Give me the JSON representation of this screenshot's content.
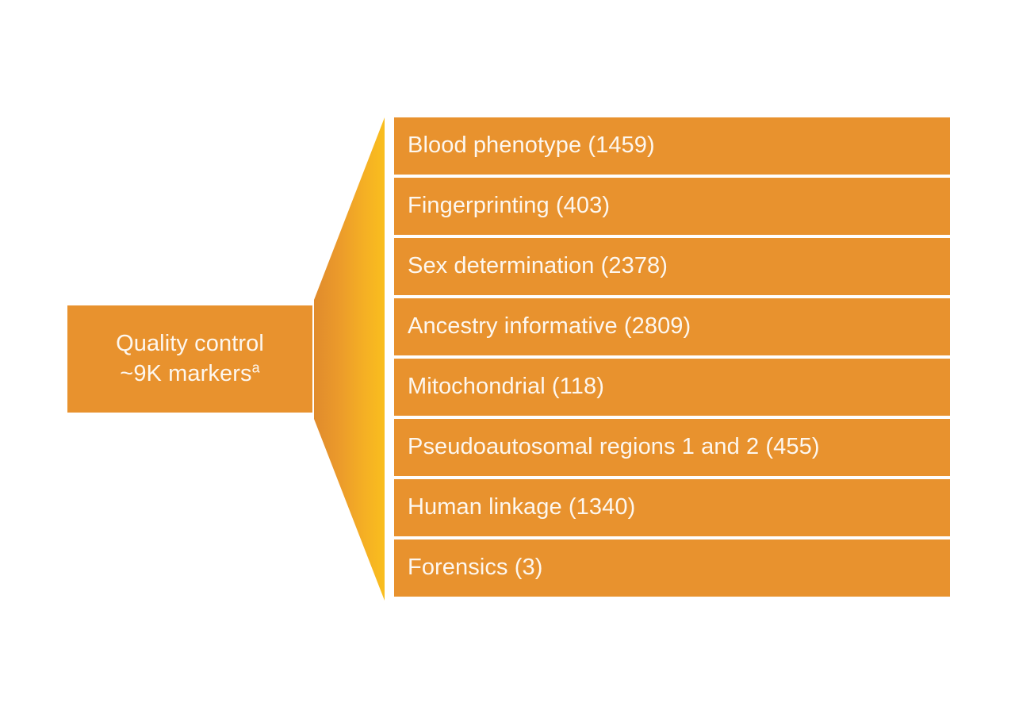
{
  "figure": {
    "type": "flow-fan-diagram",
    "background_color": "#FFFFFF",
    "bar_color": "#E8922E",
    "fan_gradient_start": "#E08B2C",
    "fan_gradient_end": "#F9BE1E",
    "text_color": "#FDF7EF"
  },
  "source": {
    "line1": "Quality control",
    "line2": "~9K markers",
    "superscript": "a",
    "full_text": "Quality control ~9K markersa"
  },
  "categories": [
    {
      "label": "Blood phenotype (1459)",
      "name": "blood-phenotype",
      "count": 1459
    },
    {
      "label": "Fingerprinting (403)",
      "name": "fingerprinting",
      "count": 403
    },
    {
      "label": "Sex determination (2378)",
      "name": "sex-determination",
      "count": 2378
    },
    {
      "label": "Ancestry informative (2809)",
      "name": "ancestry-informative",
      "count": 2809
    },
    {
      "label": "Mitochondrial (118)",
      "name": "mitochondrial",
      "count": 118
    },
    {
      "label": "Pseudoautosomal regions 1 and 2 (455)",
      "name": "pseudoautosomal-regions",
      "count": 455
    },
    {
      "label": "Human linkage (1340)",
      "name": "human-linkage",
      "count": 1340
    },
    {
      "label": "Forensics (3)",
      "name": "forensics",
      "count": 3
    }
  ]
}
